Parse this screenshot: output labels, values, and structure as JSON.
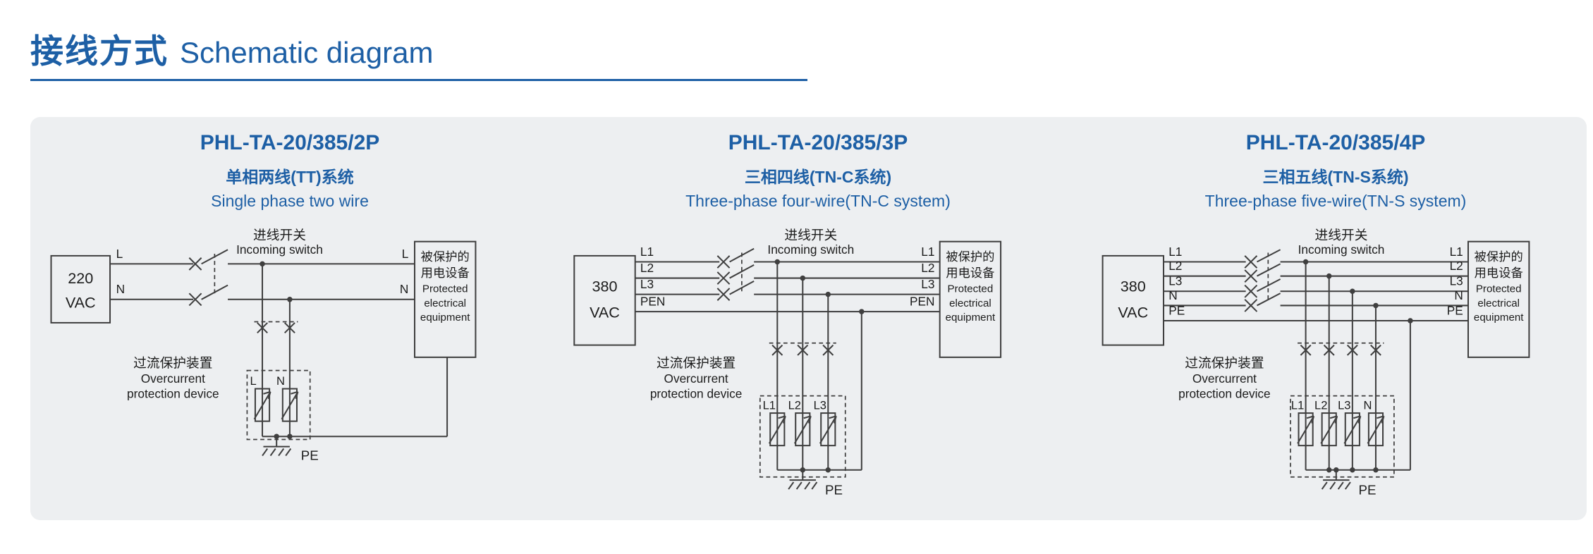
{
  "header": {
    "title_cn": "接线方式",
    "title_en": "Schematic diagram"
  },
  "shared": {
    "incoming_switch_cn": "进线开关",
    "incoming_switch_en": "Incoming switch",
    "overcurrent_cn": "过流保护装置",
    "overcurrent_en_line1": "Overcurrent",
    "overcurrent_en_line2": "protection device",
    "equipment_cn_line1": "被保护的",
    "equipment_cn_line2": "用电设备",
    "equipment_en_line1": "Protected",
    "equipment_en_line2": "electrical",
    "equipment_en_line3": "equipment",
    "ground_label": "PE"
  },
  "diagrams": [
    {
      "model": "PHL-TA-20/385/2P",
      "system_cn": "单相两线(TT)系统",
      "system_en": "Single phase two wire",
      "voltage": "220",
      "voltage_unit": "VAC",
      "lines_left": [
        "L",
        "N"
      ],
      "lines_right": [
        "L",
        "N"
      ],
      "spd_labels": [
        "L",
        "N"
      ]
    },
    {
      "model": "PHL-TA-20/385/3P",
      "system_cn": "三相四线(TN-C系统)",
      "system_en": "Three-phase four-wire(TN-C system)",
      "voltage": "380",
      "voltage_unit": "VAC",
      "lines_left": [
        "L1",
        "L2",
        "L3",
        "PEN"
      ],
      "lines_right": [
        "L1",
        "L2",
        "L3",
        "PEN"
      ],
      "spd_labels": [
        "L1",
        "L2",
        "L3"
      ]
    },
    {
      "model": "PHL-TA-20/385/4P",
      "system_cn": "三相五线(TN-S系统)",
      "system_en": "Three-phase five-wire(TN-S system)",
      "voltage": "380",
      "voltage_unit": "VAC",
      "lines_left": [
        "L1",
        "L2",
        "L3",
        "N",
        "PE"
      ],
      "lines_right": [
        "L1",
        "L2",
        "L3",
        "N",
        "PE"
      ],
      "spd_labels": [
        "L1",
        "L2",
        "L3",
        "N"
      ]
    }
  ],
  "colors": {
    "accent": "#1d5fa5",
    "panel_bg": "#edeff1",
    "wire": "#3f3f3f"
  }
}
